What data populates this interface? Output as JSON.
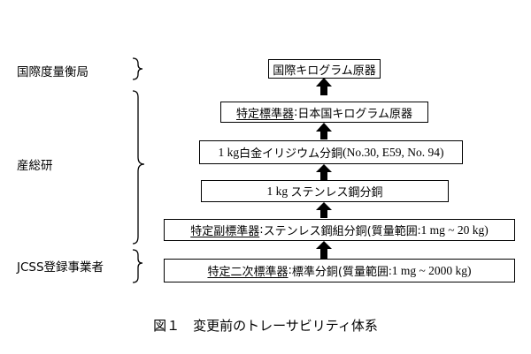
{
  "organizations": {
    "bipm": "国際度量衡局",
    "aist": "産総研",
    "jcss": "JCSS登録事業者"
  },
  "boxes": {
    "ipk": {
      "text": "国際キログラム原器"
    },
    "national": {
      "label": "特定標準器",
      "sep": ":",
      "text": "日本国キログラム原器"
    },
    "platinum": {
      "prefix": "1 kg",
      "text": "白金イリジウム分銅",
      "detail": "(No.30, E59, No. 94)"
    },
    "stainless": {
      "prefix": "1 kg ",
      "text": "ステンレス鋼分銅"
    },
    "secondary": {
      "label": "特定副標準器",
      "sep": ":",
      "text": "ステンレス鋼組分銅",
      "qual": "(質量範囲",
      "range": ":1 mg ~ 20 kg)"
    },
    "tertiary": {
      "label": "特定二次標準器",
      "sep": ":",
      "text": "標準分銅",
      "qual": "(質量範囲",
      "range": ":1 mg ~ 2000 kg)"
    }
  },
  "caption": "図１　変更前のトレーサビリティ体系"
}
